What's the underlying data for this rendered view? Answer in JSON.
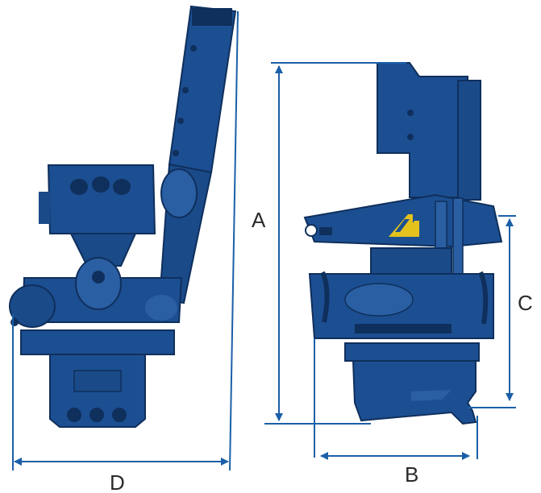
{
  "dimensions": {
    "a": "A",
    "b": "B",
    "c": "C",
    "d": "D"
  },
  "colors": {
    "machine_body": "#1c4f91",
    "machine_dark": "#0f2f5c",
    "machine_light": "#3d74b8",
    "dimension_line": "#1b5fa8",
    "logo_yellow": "#e3c21d"
  }
}
